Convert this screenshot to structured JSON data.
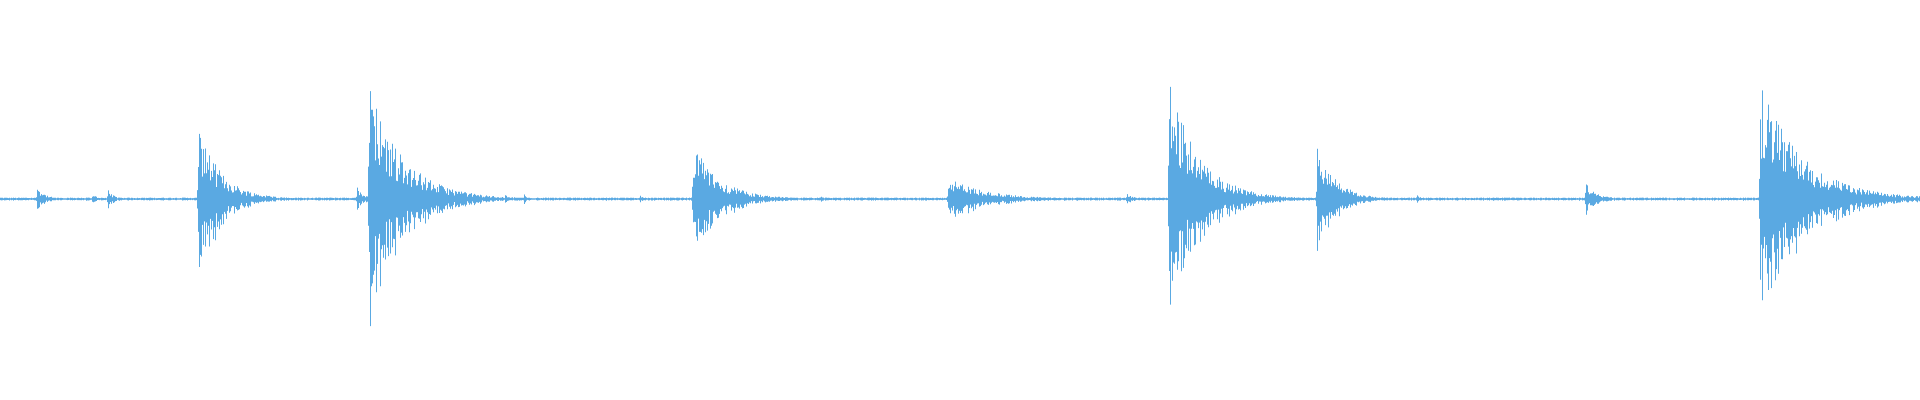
{
  "waveform": {
    "color": "#5aa9e2",
    "background": "#ffffff",
    "baseline_level": 0.0,
    "noise_level": 0.006,
    "transients": [
      {
        "time": 0.019,
        "peak": 0.12,
        "decay": 0.004
      },
      {
        "time": 0.048,
        "peak": 0.06,
        "decay": 0.002
      },
      {
        "time": 0.056,
        "peak": 0.08,
        "decay": 0.003
      },
      {
        "time": 0.103,
        "peak": 0.62,
        "decay": 0.012
      },
      {
        "time": 0.186,
        "peak": 0.1,
        "decay": 0.004
      },
      {
        "time": 0.192,
        "peak": 0.96,
        "decay": 0.018
      },
      {
        "time": 0.263,
        "peak": 0.04,
        "decay": 0.002
      },
      {
        "time": 0.273,
        "peak": 0.04,
        "decay": 0.002
      },
      {
        "time": 0.333,
        "peak": 0.04,
        "decay": 0.002
      },
      {
        "time": 0.361,
        "peak": 0.46,
        "decay": 0.014
      },
      {
        "time": 0.405,
        "peak": 0.03,
        "decay": 0.002
      },
      {
        "time": 0.427,
        "peak": 0.03,
        "decay": 0.002
      },
      {
        "time": 0.494,
        "peak": 0.18,
        "decay": 0.02
      },
      {
        "time": 0.587,
        "peak": 0.06,
        "decay": 0.003
      },
      {
        "time": 0.609,
        "peak": 1.0,
        "decay": 0.016
      },
      {
        "time": 0.651,
        "peak": 0.04,
        "decay": 0.002
      },
      {
        "time": 0.686,
        "peak": 0.47,
        "decay": 0.01
      },
      {
        "time": 0.738,
        "peak": 0.04,
        "decay": 0.002
      },
      {
        "time": 0.826,
        "peak": 0.14,
        "decay": 0.006
      },
      {
        "time": 0.917,
        "peak": 0.98,
        "decay": 0.022
      },
      {
        "time": 0.998,
        "peak": 0.05,
        "decay": 0.001
      }
    ]
  }
}
